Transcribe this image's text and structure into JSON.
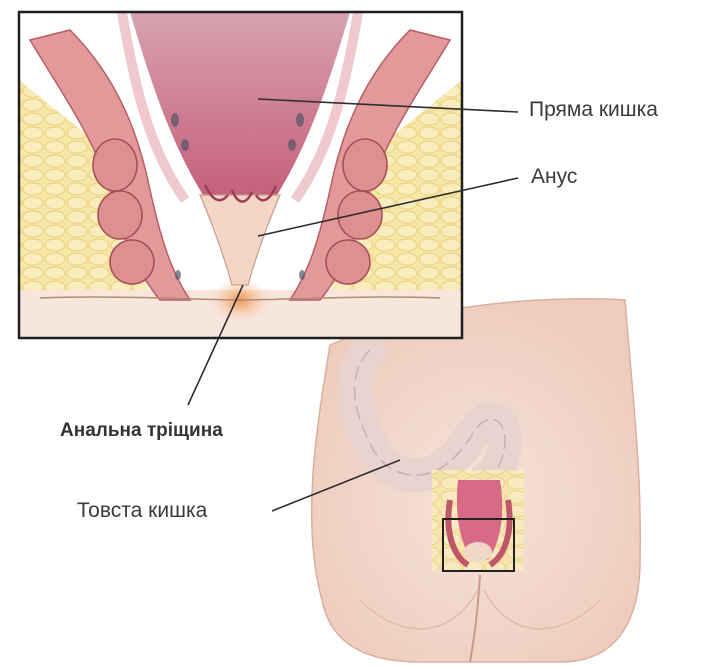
{
  "labels": {
    "rectum": "Пряма кишка",
    "anus": "Анус",
    "anal_fissure": "Анальна тріщина",
    "colon": "Товста кишка"
  },
  "colors": {
    "skin": "#f3dcd0",
    "muscle": "#d98a8a",
    "mucosa": "#c35c7a",
    "fat": "#f5e3a0",
    "fissure": "#f2a25c",
    "line": "#333333"
  }
}
